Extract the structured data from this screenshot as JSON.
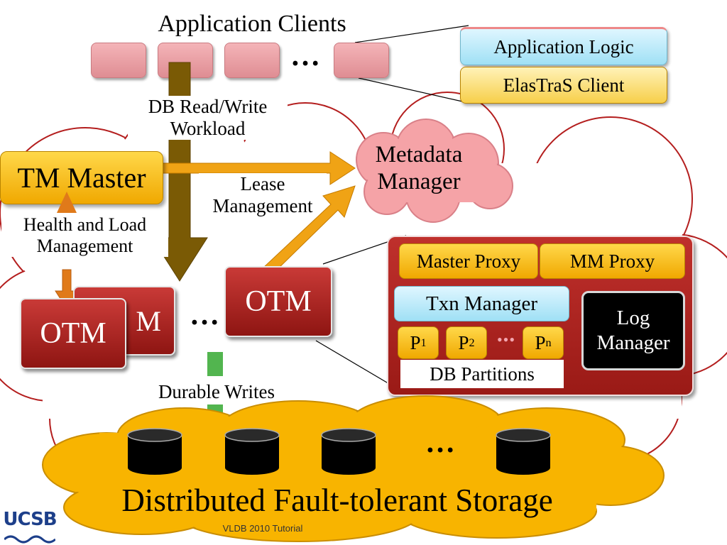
{
  "title": "Application Clients",
  "clients_ellipsis": "…",
  "client_stack": {
    "top": "Application Logic",
    "bottom": "ElasTraS Client"
  },
  "labels": {
    "db_workload": "DB Read/Write Workload",
    "lease_management": "Lease Management",
    "health_load": "Health and Load Management",
    "durable_writes": "Durable Writes"
  },
  "tm_master": "TM Master",
  "metadata_manager": "Metadata Manager",
  "otm": {
    "front": "OTM",
    "back_partial": "M",
    "right": "OTM",
    "ellipsis": "…"
  },
  "otm_detail": {
    "master_proxy": "Master Proxy",
    "mm_proxy": "MM Proxy",
    "txn_manager": "Txn Manager",
    "log_manager": "Log Manager",
    "partitions": [
      {
        "base": "P",
        "sub": "1"
      },
      {
        "base": "P",
        "sub": "2"
      },
      {
        "base": "P",
        "sub": "n"
      }
    ],
    "partition_ellipsis": "•••",
    "db_partitions": "DB Partitions"
  },
  "storage": {
    "label": "Distributed Fault-tolerant Storage",
    "ellipsis": "…"
  },
  "footer": {
    "logo": "UCSB",
    "caption": "VLDB 2010 Tutorial"
  },
  "colors": {
    "client_pink": "#eaa0a5",
    "otm_red": "#b02a26",
    "gold": "#f7c21c",
    "cyan": "#c8eefb",
    "cloud_orange": "#f8b400",
    "arrow_brown": "#7a5a05",
    "arrow_orange": "#e08a12",
    "arrow_green": "#49b048"
  }
}
